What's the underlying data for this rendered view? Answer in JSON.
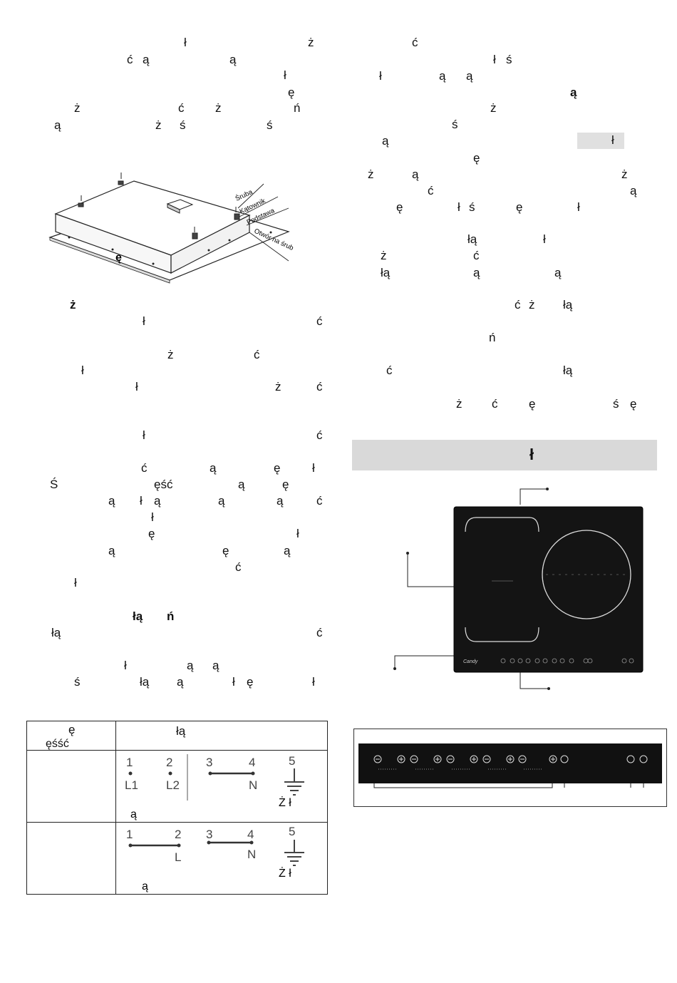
{
  "left_column": {
    "intro": [
      "ł",
      "ż",
      "ć",
      "ą",
      "ą",
      "ł",
      "ę",
      "ż",
      "ć",
      "ż",
      "ń",
      "ą",
      "ż",
      "ś",
      "ś"
    ],
    "para2": [
      "ż",
      "ł",
      "ć",
      "ż",
      "ć",
      "ł",
      "ł",
      "ż",
      "ć"
    ],
    "para3": [
      "ł",
      "ć",
      "ć",
      "ą",
      "ę",
      "ł",
      "Ś",
      "ęść",
      "ą",
      "ę",
      "ą",
      "ł",
      "ą",
      "ą",
      "ą",
      "ć",
      "ł",
      "ę",
      "ł",
      "ą",
      "ę",
      "ą",
      "ć",
      "ł"
    ],
    "para4": [
      "łą",
      "ń",
      "łą",
      "ć",
      "ł",
      "ą",
      "ą",
      "ś",
      "łą",
      "ą",
      "ł",
      "ę",
      "ł"
    ]
  },
  "install_diagram": {
    "labels": [
      "Śruba",
      "Kątownik",
      "Podstawa",
      "Otwór na śrub"
    ],
    "marker": "ę"
  },
  "connection_table": {
    "header": [
      "ę",
      "ęśść",
      "łą"
    ],
    "rows": [
      {
        "terminals": [
          "1",
          "2",
          "3",
          "4",
          "5"
        ],
        "phase_labels": [
          "L1",
          "L2",
          "N"
        ],
        "ground_label": "Ż ł",
        "note": "ą"
      },
      {
        "terminals": [
          "1",
          "2",
          "3",
          "4",
          "5"
        ],
        "phase_labels": [
          "L",
          "N"
        ],
        "ground_label": "Ż ł",
        "note": "ą"
      }
    ]
  },
  "right_column": {
    "para1": [
      "ć",
      "ł",
      "ś",
      "ł",
      "ą",
      "ą",
      "ą",
      "ż",
      "ś",
      "ą",
      "ł",
      "ę",
      "ż",
      "ą",
      "ż",
      "ć",
      "ą",
      "ę",
      "ł",
      "ś",
      "ę",
      "ł"
    ],
    "para2": [
      "łą",
      "ł",
      "ż",
      "ć",
      "łą",
      "ą",
      "ą"
    ],
    "para3": [
      "ć",
      "ż",
      "łą",
      "ń",
      "ć",
      "łą",
      "ż",
      "ć",
      "ę",
      "ś",
      "ę"
    ]
  },
  "section_title": "ł",
  "hob": {
    "brand": "Candy"
  }
}
